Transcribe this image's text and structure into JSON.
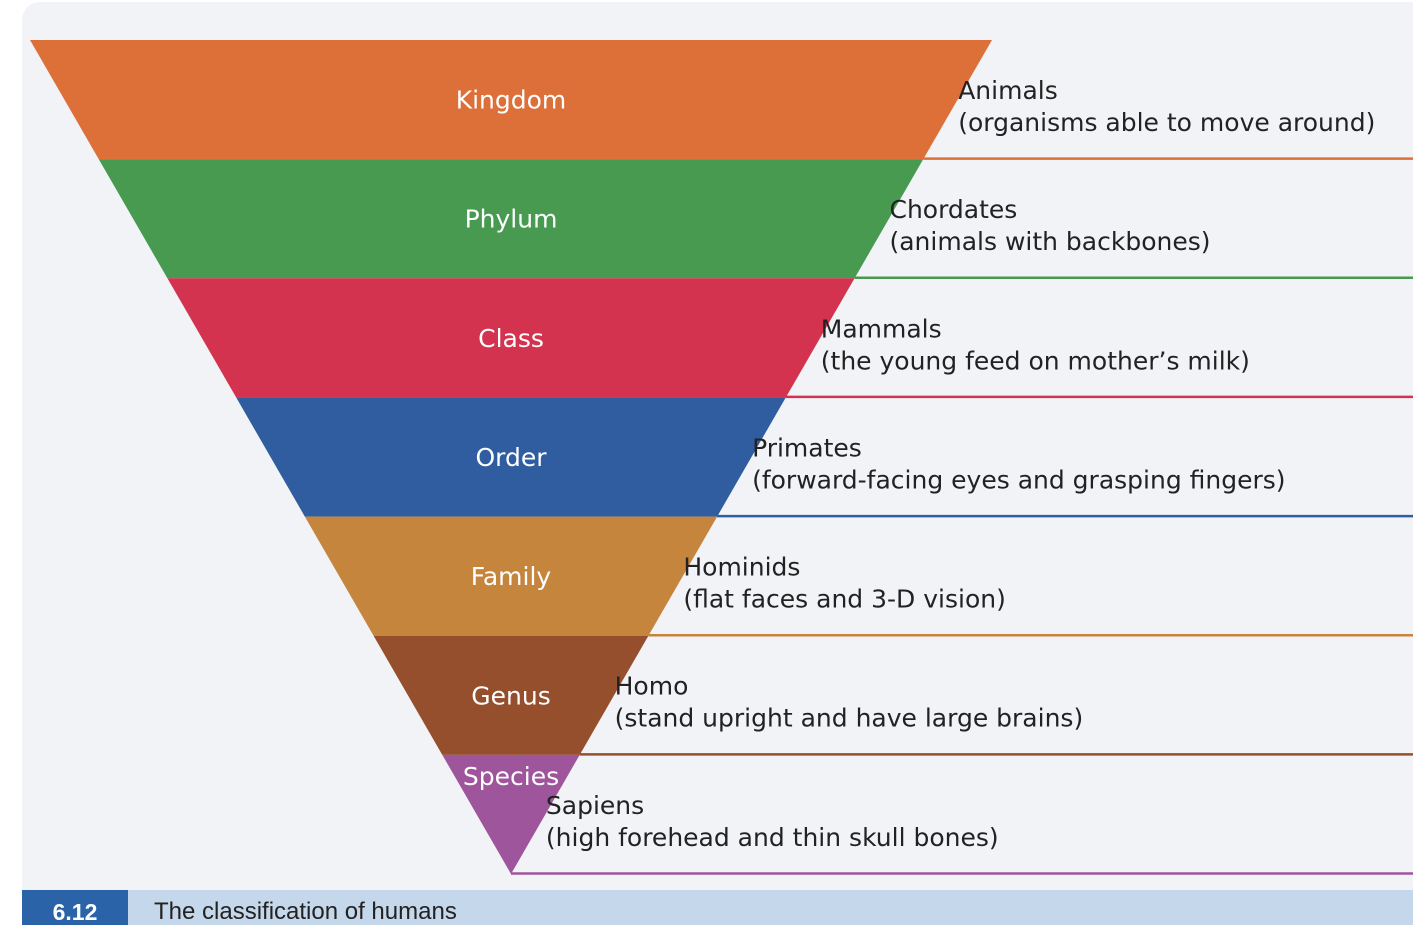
{
  "levels": [
    {
      "rank": "Kingdom",
      "name": "Animals",
      "description": "(organisms able to move around)",
      "color": "#dd6f38"
    },
    {
      "rank": "Phylum",
      "name": "Chordates",
      "description": "(animals with backbones)",
      "color": "#479a50"
    },
    {
      "rank": "Class",
      "name": "Mammals",
      "description": "(the young feed on mother’s milk)",
      "color": "#d3334f"
    },
    {
      "rank": "Order",
      "name": "Primates",
      "description": "(forward-facing eyes and grasping fingers)",
      "color": "#2f5da0"
    },
    {
      "rank": "Family",
      "name": "Hominids",
      "description": "(flat faces and 3-D vision)",
      "color": "#c6853d"
    },
    {
      "rank": "Genus",
      "name": "Homo",
      "description": "(stand upright and have large brains)",
      "color": "#954f2d"
    },
    {
      "rank": "Species",
      "name": "Sapiens",
      "description": "(high forehead and thin skull bones)",
      "color": "#9f559b"
    }
  ],
  "caption": {
    "number": "6.12",
    "title": "The classification of humans"
  }
}
